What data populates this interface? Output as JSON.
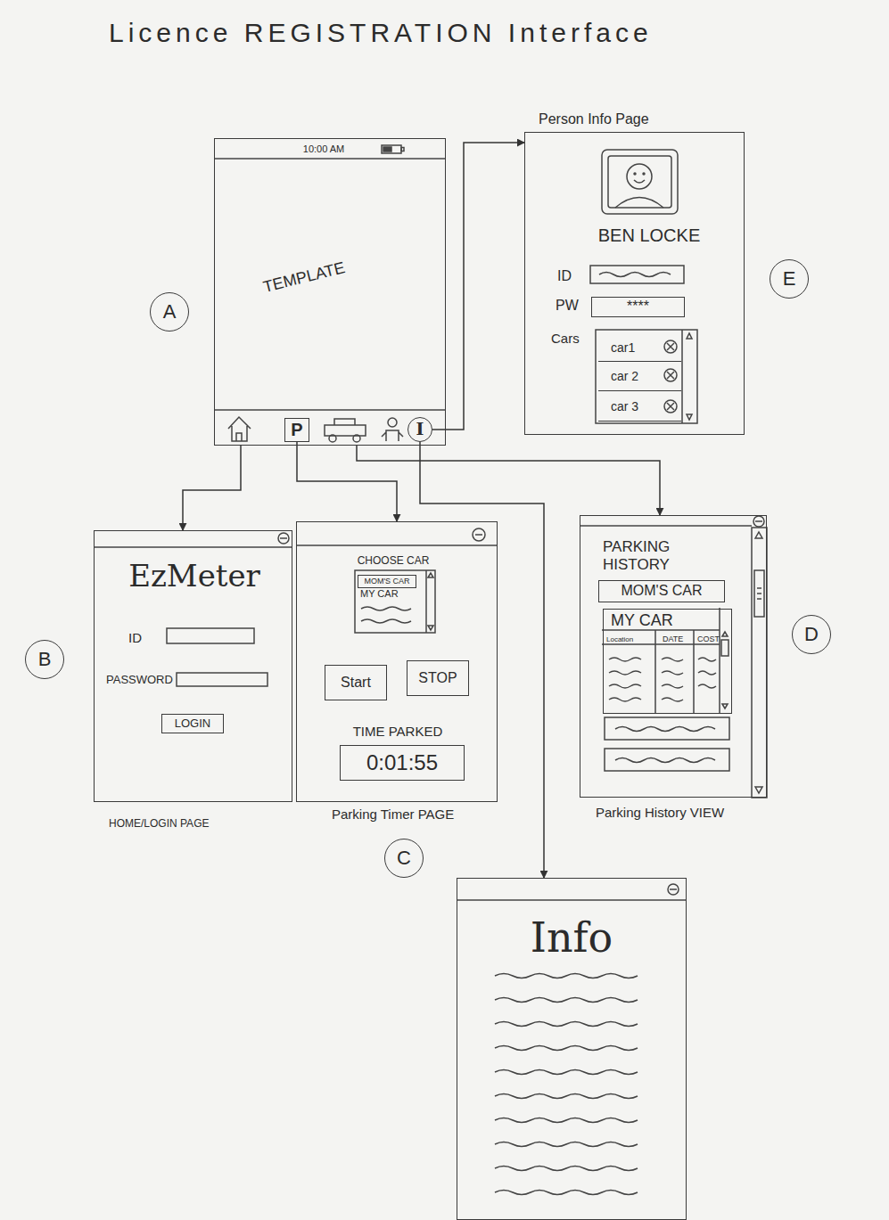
{
  "diagram": {
    "title": "Licence REGISTRATION Interface",
    "nodes": [
      {
        "text": [
          "10:00 AM",
          "TEMPLATE"
        ]
      },
      {
        "text": [
          "P"
        ],
        "in": 0
      },
      {
        "text": [
          "I"
        ],
        "in": 0
      },
      {
        "text": [
          "A"
        ]
      },
      {
        "text": [
          "Person Info Page",
          "BEN LOCKE",
          "ID",
          "PW",
          "Cars"
        ]
      },
      {
        "text": [
          "****"
        ],
        "in": 4
      },
      {
        "text": [
          "car1"
        ],
        "in": 4
      },
      {
        "text": [
          "car 2"
        ],
        "in": 4
      },
      {
        "text": [
          "car 3"
        ],
        "in": 4
      },
      {
        "text": [
          "E"
        ]
      },
      {
        "text": [
          "EzMeter",
          "ID",
          "PASSWORD"
        ]
      },
      {
        "text": [
          "LOGIN"
        ],
        "in": 10
      },
      {
        "text": [
          "B"
        ]
      },
      {
        "text": [
          "CHOOSE CAR",
          "MY CAR",
          "TIME PARKED"
        ]
      },
      {
        "text": [
          "MOM'S CAR"
        ],
        "in": 13
      },
      {
        "text": [
          "Start"
        ],
        "in": 13
      },
      {
        "text": [
          "STOP"
        ],
        "in": 13
      },
      {
        "text": [
          "0:01:55"
        ],
        "in": 13
      },
      {
        "text": [
          "C"
        ]
      },
      {
        "text": [
          "PARKING HISTORY"
        ]
      },
      {
        "text": [
          "MOM'S CAR"
        ],
        "in": 19
      },
      {
        "text": [
          "MY CAR",
          "Location",
          "DATE",
          "COST"
        ],
        "in": 19
      },
      {
        "text": [
          "D"
        ]
      },
      {
        "text": [
          "Info"
        ]
      }
    ],
    "edges": [
      {
        "from": 0,
        "to": 10,
        "arrow": "to"
      },
      {
        "from": 1,
        "to": 13,
        "arrow": "to"
      },
      {
        "from": 0,
        "to": 19,
        "arrow": "to"
      },
      {
        "from": 2,
        "to": 4,
        "arrow": "to"
      },
      {
        "from": 2,
        "to": 23,
        "arrow": "to"
      }
    ],
    "labels": [
      "HOME/LOGIN PAGE",
      "Parking Timer PAGE",
      "Parking History VIEW"
    ]
  }
}
